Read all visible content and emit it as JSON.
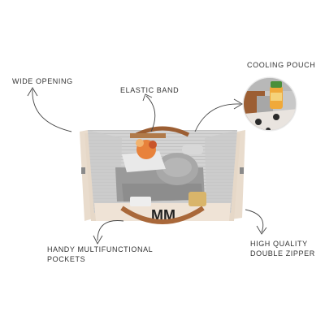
{
  "callouts": {
    "wide_opening": "WIDE OPENING",
    "elastic_band": "ELASTIC BAND",
    "cooling_pouch": "COOLING POUCH",
    "handy_pockets_line1": "HANDY MULTIFUNCTIONAL",
    "handy_pockets_line2": "POCKETS",
    "zipper_line1": "HIGH QUALITY",
    "zipper_line2": "DOUBLE ZIPPER"
  },
  "colors": {
    "text": "#333333",
    "arrow": "#444444",
    "bag_exterior": "#efe3d6",
    "bag_lining": "#cfcfcf",
    "leather": "#a9683a"
  },
  "icons": [
    "curved-arrow-icon"
  ]
}
